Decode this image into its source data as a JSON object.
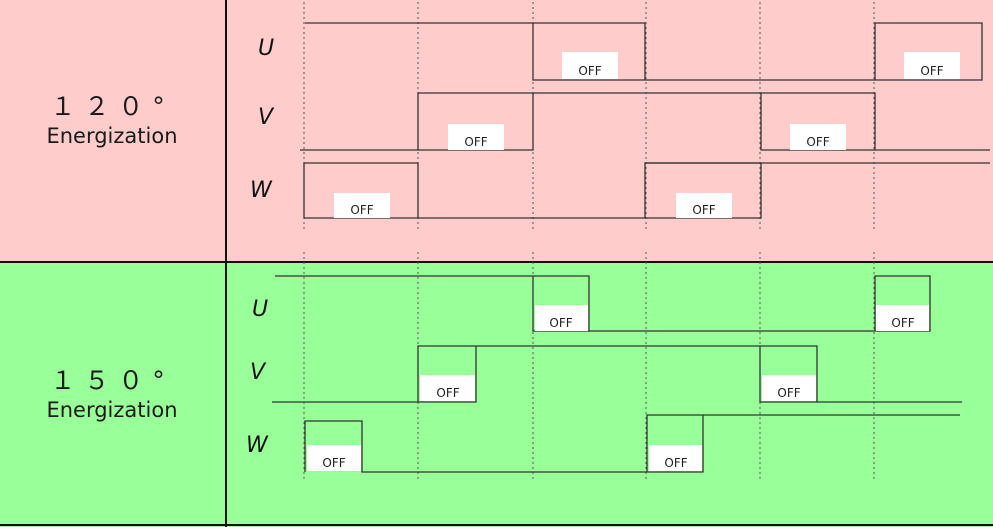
{
  "sections": [
    {
      "id": "120",
      "title_line1": "１２０°",
      "title_line2": "Energization",
      "background": "#ffcccc",
      "phases": [
        {
          "name": "U",
          "off_label": "OFF"
        },
        {
          "name": "V",
          "off_label": "OFF"
        },
        {
          "name": "W",
          "off_label": "OFF"
        }
      ]
    },
    {
      "id": "150",
      "title_line1": "１５０°",
      "title_line2": "Energization",
      "background": "#99ff99",
      "phases": [
        {
          "name": "U",
          "off_label": "OFF"
        },
        {
          "name": "V",
          "off_label": "OFF"
        },
        {
          "name": "W",
          "off_label": "OFF"
        }
      ]
    }
  ],
  "colors": {
    "signal_line": "#333333",
    "grid_line": "#555555",
    "off_box": "#ffffff",
    "border": "#111111"
  }
}
